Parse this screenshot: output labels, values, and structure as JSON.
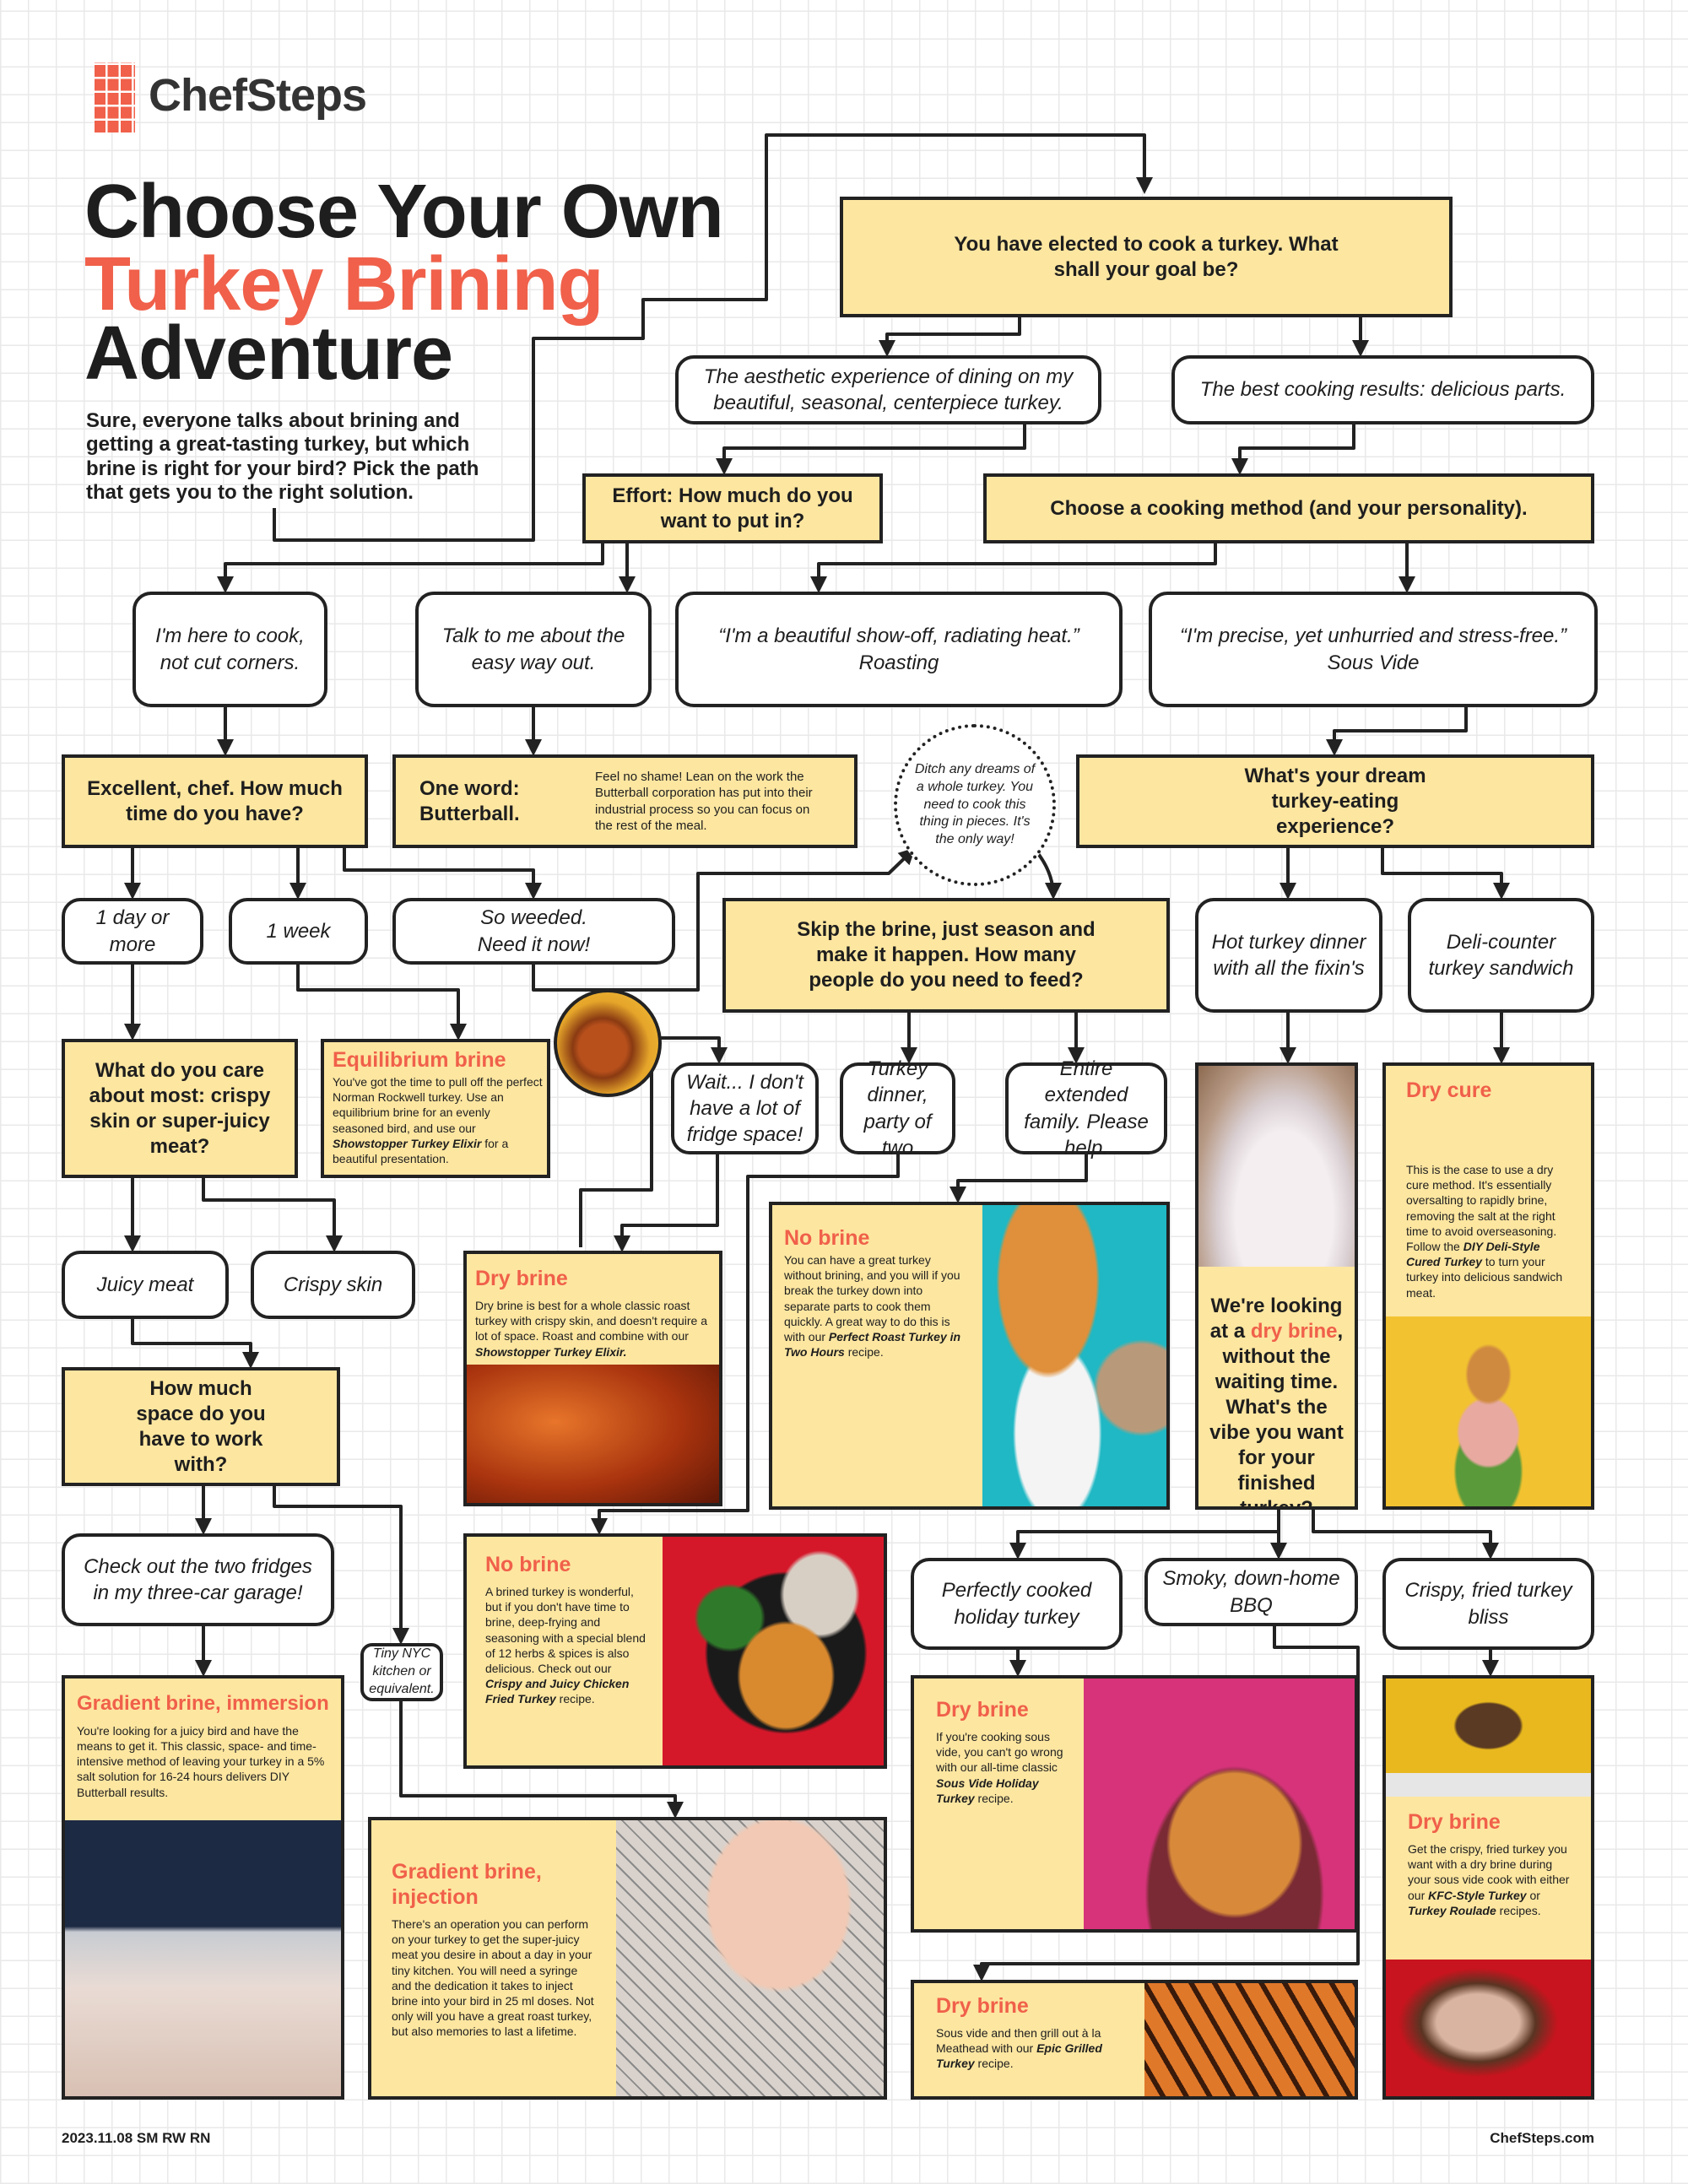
{
  "brand": {
    "name": "ChefSteps",
    "accent": "#f0604a",
    "box_yellow": "#fde6a0"
  },
  "title": {
    "line1": "Choose Your Own",
    "line2": "Turkey Brining",
    "line3": "Adventure"
  },
  "intro": "Sure, everyone talks about brining and getting a great-tasting turkey, but which brine is right for your bird? Pick the path that gets you to the right solution.",
  "nodes": {
    "start": "You have elected to cook a turkey. What shall your goal be?",
    "aesthetic": "The aesthetic experience of dining on my beautiful, seasonal, centerpiece turkey.",
    "best_results": "The best cooking results: delicious parts.",
    "effort": "Effort: How much do you want to put in?",
    "method": "Choose a cooking method (and your personality).",
    "here_to_cook": "I'm here to cook, not cut corners.",
    "easy_way": "Talk to me about the easy way out.",
    "roasting": "“I'm a beautiful show-off, radiating heat.” Roasting",
    "sous_vide": "“I'm precise, yet unhurried and stress-free.” Sous Vide",
    "excellent": "Excellent, chef. How much time do you have?",
    "butterball_title": "One word: Butterball.",
    "butterball_body": "Feel no shame! Lean on the work the Butterball corporation has put into their industrial process so you can focus on the rest of the meal.",
    "ditch": "Ditch any dreams of a whole turkey. You need to cook this thing in pieces. It's the only way!",
    "dream": "What's your dream turkey-eating experience?",
    "one_day": "1 day or more",
    "one_week": "1 week",
    "weeded": "So weeded. Need it now!",
    "skip_brine": "Skip the brine, just season and make it happen. How many people do you need to feed?",
    "hot_dinner": "Hot turkey dinner with all the fixin's",
    "deli": "Deli-counter turkey sandwich",
    "care_most": "What do you care about most: crispy skin or super-juicy meat?",
    "fridge": "Wait... I don't have a lot of fridge space!",
    "party_two": "Turkey dinner, party of two",
    "extended": "Entire extended family. Please help.",
    "juicy": "Juicy meat",
    "crispy_skin": "Crispy skin",
    "space": "How much space do you have to work with?",
    "two_fridges": "Check out the two fridges in my three-car garage!",
    "tiny_nyc": "Tiny NYC kitchen or equivalent.",
    "perfect_holiday": "Perfectly cooked holiday turkey",
    "smoky": "Smoky, down-home BBQ",
    "crispy_fried": "Crispy, fried turkey bliss",
    "vibe": [
      "We're looking at a ",
      "dry brine",
      ", without the waiting time. What's the vibe you want for your finished turkey?"
    ]
  },
  "results": {
    "equilibrium": {
      "title": "Equilibrium brine",
      "body": [
        "You've got the time to pull off the perfect Norman Rockwell turkey. Use an equilibrium brine for an evenly seasoned bird, and use our ",
        "Showstopper Turkey Elixir",
        " for a beautiful presentation."
      ]
    },
    "dry_brine_roast": {
      "title": "Dry brine",
      "body": [
        "Dry brine is best for a whole classic roast turkey with crispy skin, and doesn't require a lot of space. Roast and combine with our ",
        "Showstopper Turkey Elixir."
      ]
    },
    "no_brine_roast": {
      "title": "No brine",
      "body": [
        "You can have a great turkey without brining, and you will if you break the turkey down into separate parts to cook them quickly. A great way to do this is with our ",
        "Perfect Roast Turkey in Two Hours",
        " recipe."
      ]
    },
    "dry_cure": {
      "title": "Dry cure",
      "body": [
        "This is the case to use a dry cure method. It's essentially oversalting to rapidly brine, removing the salt at the right time to avoid overseasoning. Follow the ",
        "DIY Deli-Style Cured Turkey",
        " to turn your turkey into delicious sandwich meat."
      ]
    },
    "no_brine_fried": {
      "title": "No brine",
      "body": [
        "A brined turkey is wonderful, but if you don't have time to brine, deep-frying and seasoning with a special blend of 12 herbs & spices is also delicious. Check out our ",
        "Crispy and Juicy Chicken Fried Turkey",
        " recipe."
      ]
    },
    "gradient_immersion": {
      "title": "Gradient brine, immersion",
      "body": "You're looking for a juicy bird and have the means to get it. This classic, space- and time-intensive method of leaving your turkey in a 5% salt solution for 16-24 hours delivers DIY Butterball results."
    },
    "gradient_injection": {
      "title": "Gradient brine, injection",
      "body": "There's an operation you can perform on your turkey to get the super-juicy meat you desire in about a day in your tiny kitchen. You will need a syringe and the dedication it takes to inject brine into your bird in 25 ml doses. Not only will you have a great roast turkey, but also memories to last a lifetime."
    },
    "dry_brine_sous": {
      "title": "Dry brine",
      "body": [
        "If you're cooking sous vide, you can't go wrong with our all-time classic ",
        "Sous Vide Holiday Turkey",
        " recipe."
      ]
    },
    "dry_brine_grilled": {
      "title": "Dry brine",
      "body": [
        "Sous vide and then grill out à la Meathead with our ",
        "Epic Grilled Turkey",
        " recipe."
      ]
    },
    "dry_brine_fried": {
      "title": "Dry brine",
      "body": [
        "Get the crispy, fried turkey you want with a dry brine during your sous vide cook with either our ",
        "KFC-Style Turkey",
        " or ",
        "Turkey Roulade",
        " recipes."
      ]
    }
  },
  "footer": {
    "credits": "2023.11.08 SM RW RN",
    "site": "ChefSteps.com"
  }
}
